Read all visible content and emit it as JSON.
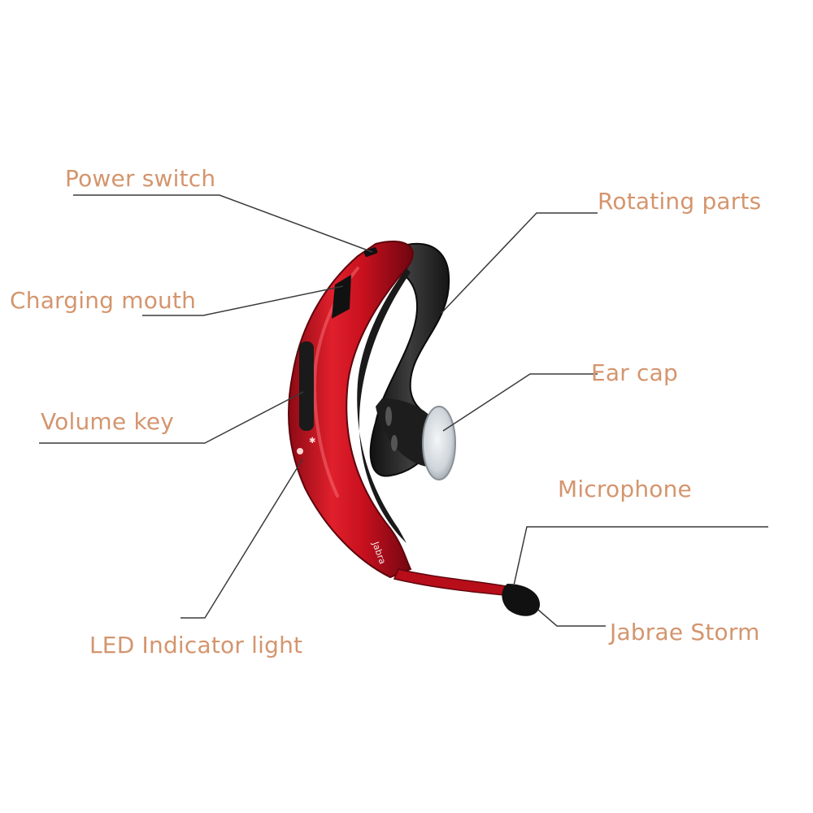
{
  "colors": {
    "label_text": "#d4956e",
    "leader_line": "#3a3a3a",
    "body_red": "#c8101e",
    "body_red_dark": "#7a0810",
    "hook_black": "#2a2a2a",
    "ear_cap_clear": "#d8dde2"
  },
  "labels": {
    "power_switch": "Power switch",
    "charging_mouth": "Charging mouth",
    "volume_key": "Volume key",
    "led_indicator": "LED Indicator light",
    "rotating_parts": "Rotating parts",
    "ear_cap": "Ear cap",
    "microphone": "Microphone",
    "model_name": "Jabrae Storm"
  },
  "device": {
    "brand_mark": "Jabra"
  }
}
